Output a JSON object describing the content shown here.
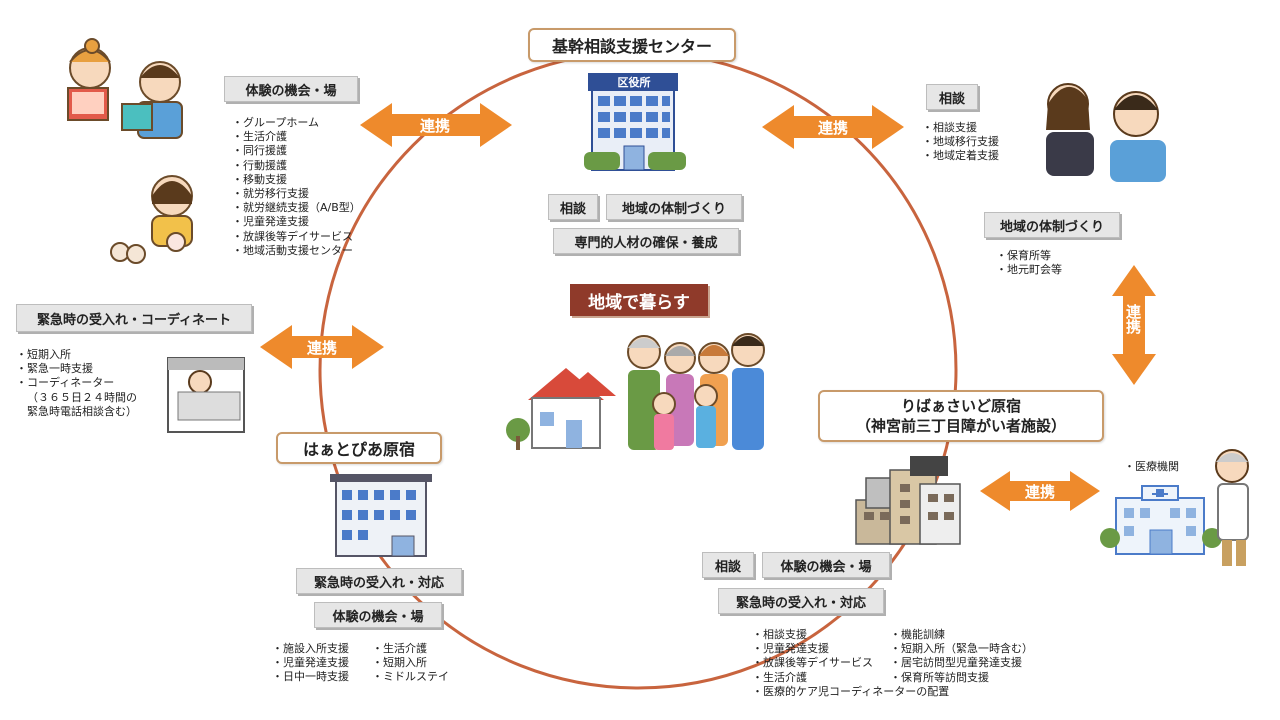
{
  "center_hub": {
    "title": "基幹相談支援センター",
    "building_sign": "区役所",
    "tags": [
      "相談",
      "地域の体制づくり",
      "専門的人材の確保・養成"
    ]
  },
  "center_banner": "地域で暮らす",
  "link_label": "連携",
  "left_top": {
    "tag": "体験の機会・場",
    "items": [
      "グループホーム",
      "生活介護",
      "同行援護",
      "行動援護",
      "移動支援",
      "就労移行支援",
      "就労継続支援（A/B型）",
      "児童発達支援",
      "放課後等デイサービス",
      "地域活動支援センター"
    ]
  },
  "left_mid": {
    "tag": "緊急時の受入れ・コーディネート",
    "items": [
      "短期入所",
      "緊急一時支援",
      "コーディネーター"
    ],
    "note_lines": [
      "（３６５日２４時間の",
      "緊急時電話相談含む）"
    ]
  },
  "right_top": {
    "tag": "相談",
    "items": [
      "相談支援",
      "地域移行支援",
      "地域定着支援"
    ]
  },
  "right_mid": {
    "tag": "地域の体制づくり",
    "items": [
      "保育所等",
      "地元町会等"
    ]
  },
  "hearttopia": {
    "title": "はぁとぴあ原宿",
    "tags": [
      "緊急時の受入れ・対応",
      "体験の機会・場"
    ],
    "items_col1": [
      "施設入所支援",
      "児童発達支援",
      "日中一時支援"
    ],
    "items_col2": [
      "生活介護",
      "短期入所",
      "ミドルステイ"
    ]
  },
  "liberside": {
    "title_line1": "りばぁさいど原宿",
    "title_line2": "（神宮前三丁目障がい者施設）",
    "tags": [
      "相談",
      "体験の機会・場",
      "緊急時の受入れ・対応"
    ],
    "items_col1": [
      "相談支援",
      "児童発達支援",
      "放課後等デイサービス",
      "生活介護",
      "医療的ケア児コーディネーターの配置"
    ],
    "items_col2": [
      "機能訓練",
      "短期入所（緊急一時含む）",
      "居宅訪問型児童発達支援",
      "保育所等訪問支援"
    ]
  },
  "medical": {
    "label": "医療機関"
  },
  "colors": {
    "arrow": "#ee8a2c",
    "circle": "#c8643e",
    "banner": "#8f3a2a",
    "tag_bg": "#e6e6e6"
  }
}
